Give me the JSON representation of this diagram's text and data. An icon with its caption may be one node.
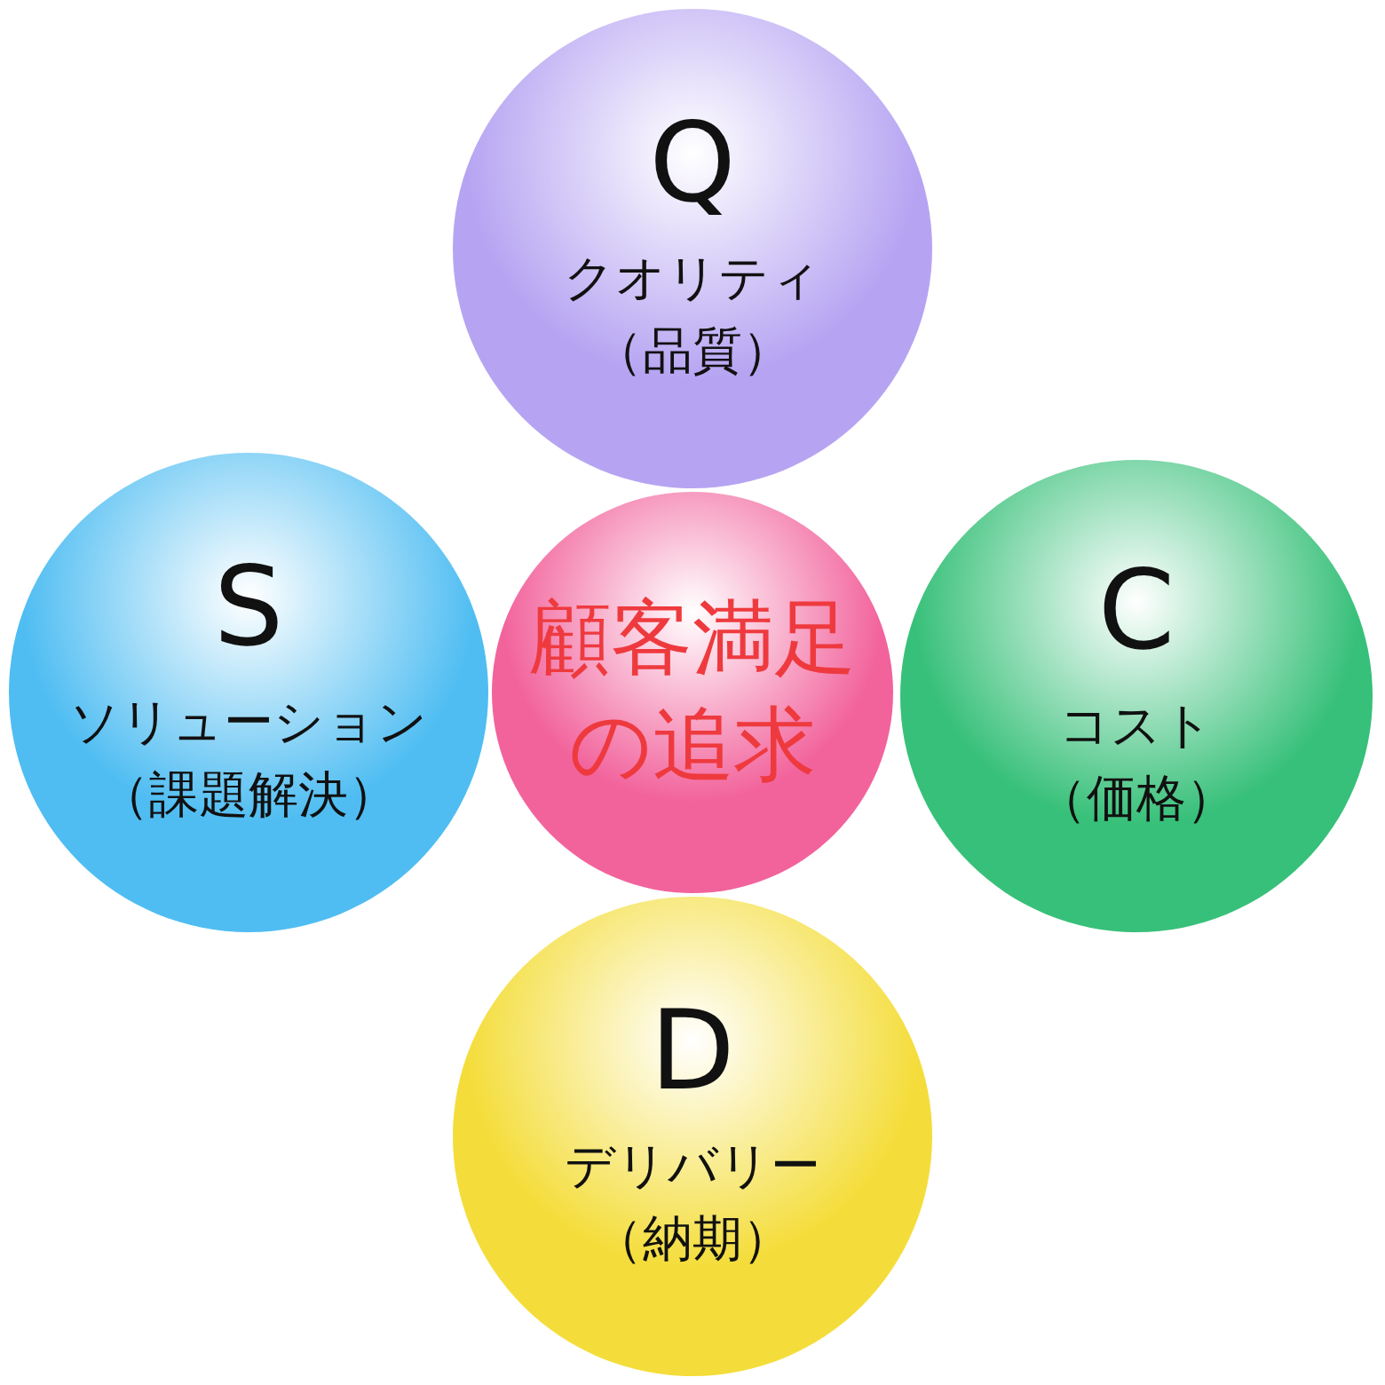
{
  "diagram": {
    "nodes": [
      {
        "text": [
          "Q",
          "クオリティ（品質）"
        ]
      },
      {
        "text": [
          "S",
          "ソリューション（課題解決）"
        ]
      },
      {
        "text": [
          "顧客満足の追求"
        ]
      },
      {
        "text": [
          "C",
          "コスト（価格）"
        ]
      },
      {
        "text": [
          "D",
          "デリバリー（納期）"
        ]
      }
    ],
    "edges": []
  }
}
